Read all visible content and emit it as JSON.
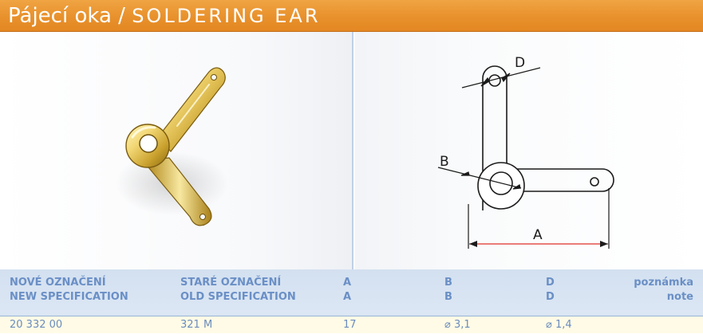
{
  "header": {
    "title_cz": "Pájecí oka",
    "separator": " / ",
    "title_en": "SOLDERING EAR"
  },
  "drawing": {
    "label_d": "D",
    "label_b": "B",
    "label_a": "A"
  },
  "table": {
    "columns": [
      {
        "cz": "NOVÉ OZNAČENÍ",
        "en": "NEW SPECIFICATION"
      },
      {
        "cz": "STARÉ OZNAČENÍ",
        "en": "OLD SPECIFICATION"
      },
      {
        "cz": "A",
        "en": "A"
      },
      {
        "cz": "B",
        "en": "B"
      },
      {
        "cz": "D",
        "en": "D"
      },
      {
        "cz": "poznámka",
        "en": "note"
      }
    ],
    "rows": [
      {
        "new_spec": "20 332 00",
        "old_spec": "321 M",
        "a": "17",
        "b": "⌀ 3,1",
        "d": "⌀ 1,4",
        "note": ""
      }
    ]
  },
  "colors": {
    "header_orange": "#e8912c",
    "table_blue": "#dbe6f3",
    "label_blue": "#6a8fc6",
    "row_cream": "#fffbe6",
    "dimension_red": "#e0302a"
  }
}
